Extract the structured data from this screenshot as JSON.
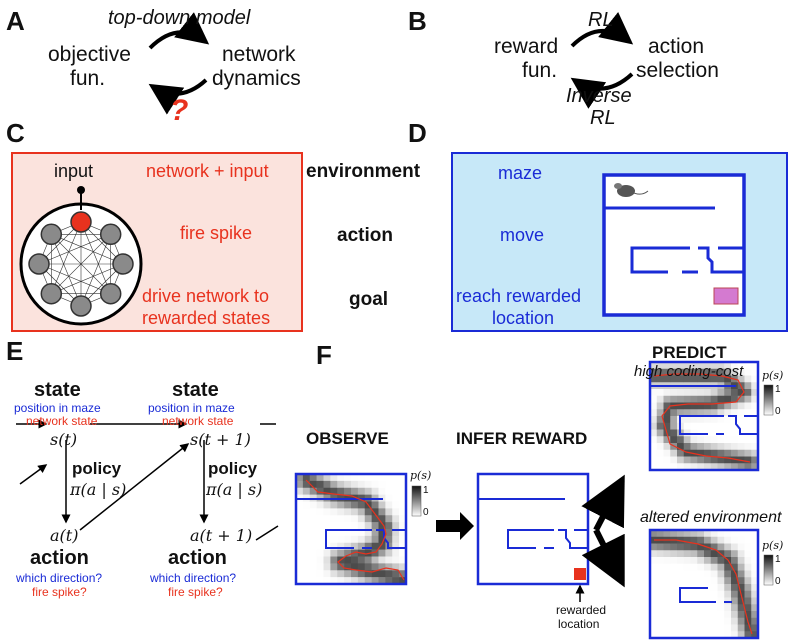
{
  "panels": {
    "a": "A",
    "b": "B",
    "c": "C",
    "d": "D",
    "e": "E",
    "f": "F"
  },
  "a": {
    "top": "top-down model",
    "left1": "objective",
    "left2": "fun.",
    "right1": "network",
    "right2": "dynamics",
    "question": "?"
  },
  "b": {
    "top": "RL",
    "left1": "reward",
    "left2": "fun.",
    "right1": "action",
    "right2": "selection",
    "bottom1": "Inverse",
    "bottom2": "RL"
  },
  "c": {
    "input": "input",
    "env": "network + input",
    "action": "fire spike",
    "goal1": "drive network to",
    "goal2": "rewarded states"
  },
  "middle": {
    "env": "environment",
    "action": "action",
    "goal": "goal"
  },
  "d": {
    "env": "maze",
    "action": "move",
    "goal1": "reach rewarded",
    "goal2": "location"
  },
  "e": {
    "state": "state",
    "state_blue": "position in maze",
    "state_red": "network state",
    "s_t": "s(t)",
    "s_t1": "s(t + 1)",
    "policy": "policy",
    "pi": "π(a | s)",
    "a_t": "a(t)",
    "a_t1": "a(t + 1)",
    "action": "action",
    "action_blue": "which direction?",
    "action_red": "fire spike?"
  },
  "f": {
    "observe": "OBSERVE",
    "infer": "INFER REWARD",
    "predict": "PREDICT",
    "high_cost": "high coding-cost",
    "altered": "altered environment",
    "rewarded1": "rewarded",
    "rewarded2": "location",
    "ps": "p(s)",
    "one": "1",
    "zero": "0"
  },
  "colors": {
    "red": "#e8321e",
    "blue": "#1a2bd6",
    "panel_c_bg": "#fbe3dd",
    "panel_d_bg": "#c7e8f8"
  }
}
